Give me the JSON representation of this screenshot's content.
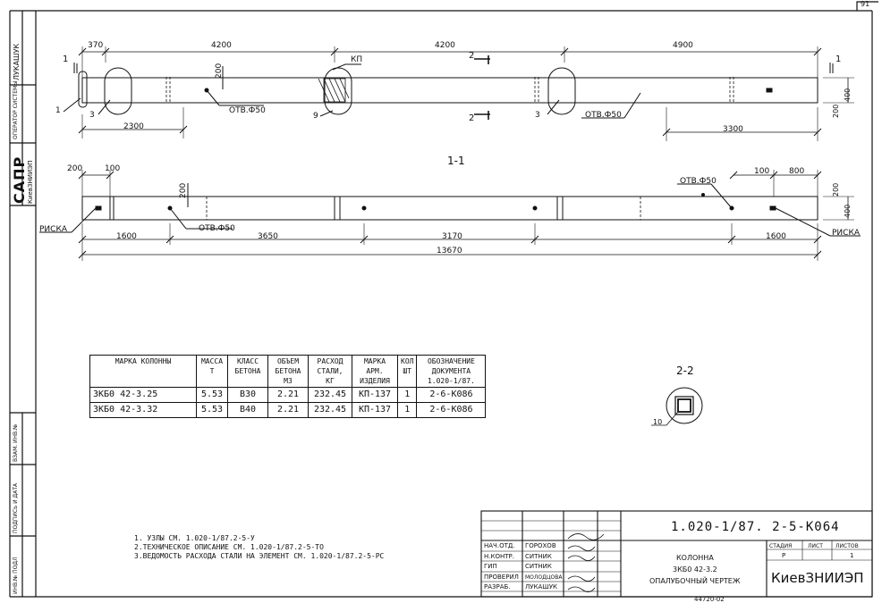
{
  "corner_number": "91",
  "side_stamp": {
    "surname": "ЛУКАШУК",
    "operator_label": "ОПЕРАТОР СИСТЕМЫ",
    "sapr": "САПР",
    "institute": "КиевЗНИИЭП",
    "vzam": "ВЗАМ. ИНВ.№",
    "podpis": "ПОДПИСЬ И ДАТА",
    "inv": "ИНВ.№ ПОДЛ"
  },
  "plan": {
    "dims_top": [
      "370",
      "4200",
      "4200",
      "4900"
    ],
    "dim_200a": "200",
    "kp": "КП",
    "section_1": "1",
    "section_2": "2",
    "dims_bottom": [
      "2300",
      "3300"
    ],
    "otv_left": "ОТВ.Ф50",
    "otv_right": "ОТВ.Ф50",
    "callouts": [
      "1",
      "3",
      "9",
      "3"
    ],
    "dim_400": "400",
    "dim_200b": "200"
  },
  "section11": {
    "title": "1-1",
    "dims_top_left": [
      "200",
      "100"
    ],
    "dim_200a": "200",
    "otv_left": "ОТВ.Ф50",
    "otv_right": "ОТВ.Ф50",
    "dims_top_right": [
      "100",
      "800"
    ],
    "riska_left": "РИСКА",
    "riska_right": "РИСКА",
    "dims_bottom": [
      "1600",
      "3650",
      "3170",
      "1600"
    ],
    "total": "13670",
    "dim_200b": "200",
    "dim_400": "400"
  },
  "section22": {
    "title": "2-2",
    "callout": "10"
  },
  "spec_table": {
    "headers": [
      "МАРКА КОЛОННЫ",
      "МАССА Т",
      "КЛАСС БЕТОНА",
      "ОБЪЕМ БЕТОНА М3",
      "РАСХОД СТАЛИ, КГ",
      "МАРКА АРМ. ИЗДЕЛИЯ",
      "КОЛ ШТ",
      "ОБОЗНАЧЕНИЕ ДОКУМЕНТА 1.020-1/87."
    ],
    "rows": [
      [
        "3КБ0 42-3.25",
        "5.53",
        "В30",
        "2.21",
        "232.45",
        "КП-137",
        "1",
        "2-6-К086"
      ],
      [
        "3КБ0 42-3.32",
        "5.53",
        "В40",
        "2.21",
        "232.45",
        "КП-137",
        "1",
        "2-6-К086"
      ]
    ]
  },
  "notes": [
    "1. УЗЛЫ СМ. 1.020-1/87.2-5-У",
    "2.ТЕХНИЧЕСКОЕ ОПИСАНИЕ СМ. 1.020-1/87.2-5-ТО",
    "3.ВЕДОМОСТЬ РАСХОДА СТАЛИ НА ЭЛЕМЕНТ СМ. 1.020-1/87.2-5-РС"
  ],
  "title_block": {
    "code": "1.020-1/87. 2-5-К064",
    "roles": [
      "НАЧ.ОТД.",
      "Н.КОНТР.",
      "ГИП",
      "ПРОВЕРИЛ",
      "РАЗРАБ."
    ],
    "names": [
      "ГОРОХОВ",
      "СИТНИК",
      "СИТНИК",
      "МОЛОДЦОВА",
      "ЛУКАШУК"
    ],
    "element_name_1": "КОЛОННА",
    "element_name_2": "3КБ0 42-3.2",
    "element_name_3": "ОПАЛУБОЧНЫЙ ЧЕРТЕЖ",
    "stage_label": "СТАДИЯ",
    "sheet_label": "ЛИСТ",
    "sheets_label": "ЛИСТОВ",
    "stage_value": "Р",
    "sheets_value": "1",
    "org": "КиевЗНИИЭП",
    "bottom_fragment": "44720-02"
  }
}
